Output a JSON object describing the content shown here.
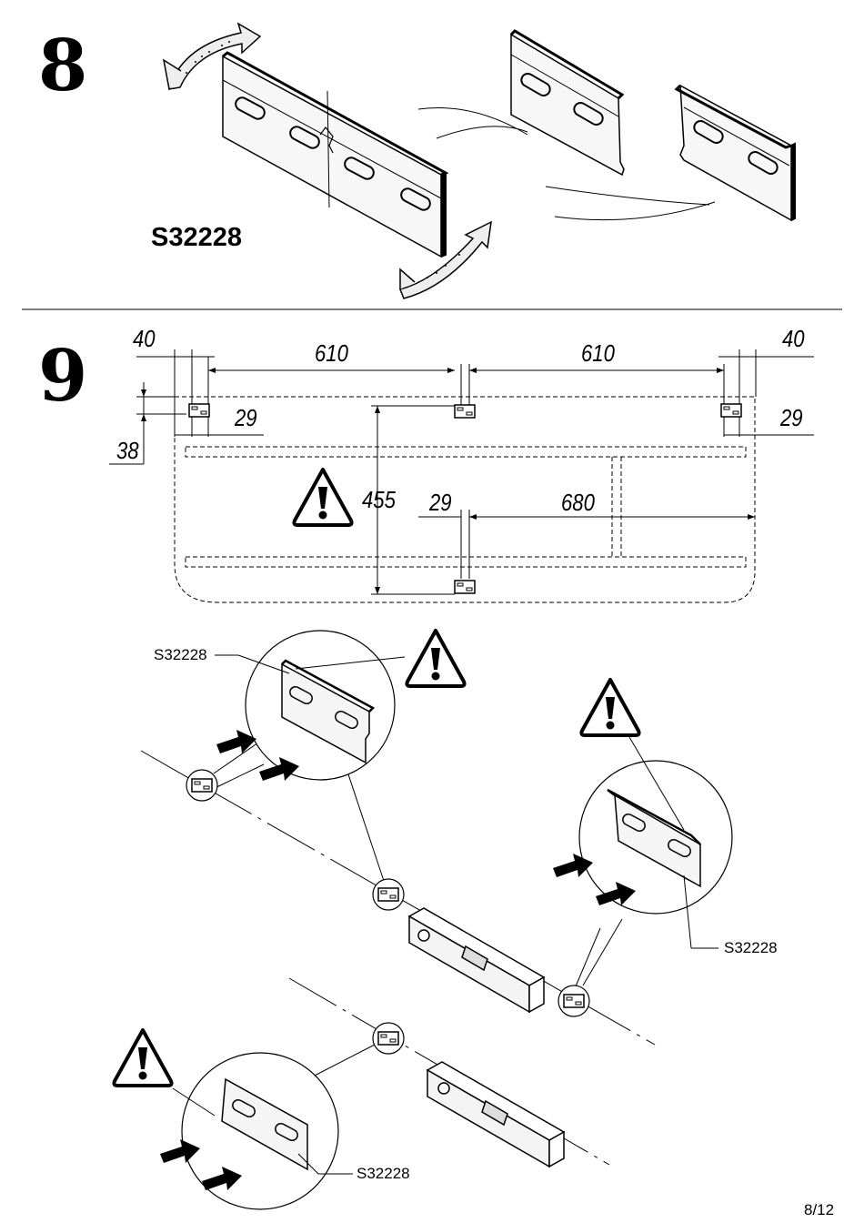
{
  "steps": {
    "step8": "8",
    "step9": "9"
  },
  "step8": {
    "part_code": "S32228"
  },
  "step9": {
    "dimensions": {
      "left_edge": "40",
      "span_left": "610",
      "span_right": "610",
      "right_edge": "40",
      "offset_left": "29",
      "offset_right": "29",
      "top_offset": "38",
      "height": "455",
      "offset_bottom": "29",
      "span_bottom": "680"
    },
    "callouts": {
      "top_left": "S32228",
      "right": "S32228",
      "bottom": "S32228"
    }
  },
  "page_number": "8/12",
  "icons": [
    "warning-triangle-icon",
    "rotate-arrow-icon",
    "push-arrow-icon",
    "spirit-level-icon",
    "wall-bracket-icon"
  ],
  "colors": {
    "ink": "#000000",
    "paper": "#ffffff",
    "fill": "#f2f2f2"
  }
}
